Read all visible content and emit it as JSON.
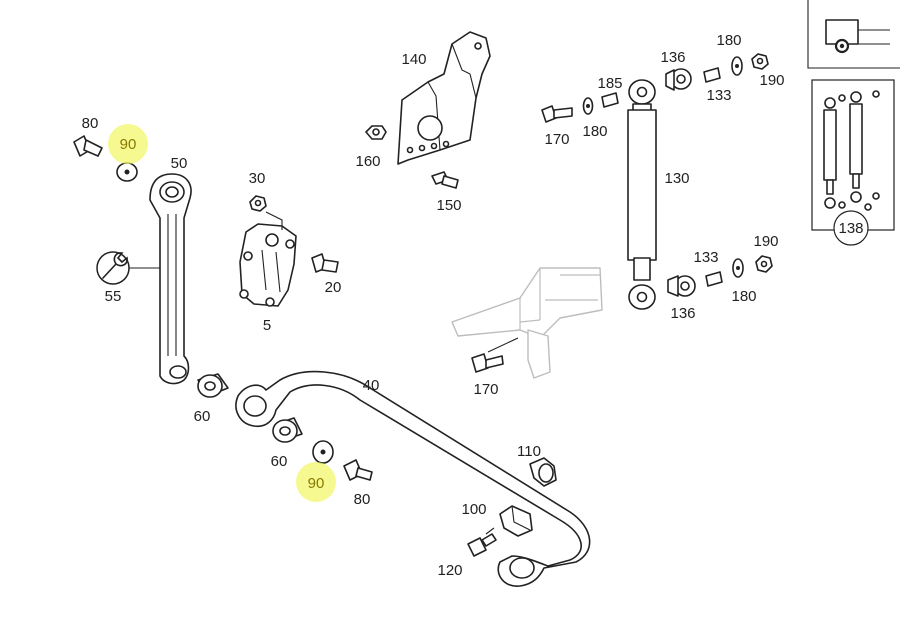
{
  "highlight_color": "#f2f76a",
  "labels": {
    "p80_top": "80",
    "p90_top": "90",
    "p50": "50",
    "p55": "55",
    "p30": "30",
    "p20": "20",
    "p5": "5",
    "p140": "140",
    "p160": "160",
    "p150": "150",
    "p185": "185",
    "p136_top": "136",
    "p180_top1": "180",
    "p190_top": "190",
    "p133_top": "133",
    "p170_top": "170",
    "p180_top2": "180",
    "p130": "130",
    "p133_bot": "133",
    "p190_bot": "190",
    "p180_bot": "180",
    "p136_bot": "136",
    "p170_bot": "170",
    "p40": "40",
    "p60_a": "60",
    "p60_b": "60",
    "p90_bot": "90",
    "p80_bot": "80",
    "p110": "110",
    "p100": "100",
    "p120": "120",
    "p138": "138"
  },
  "icons": {
    "wrench": "wrench-icon",
    "truck": "truck-icon"
  }
}
